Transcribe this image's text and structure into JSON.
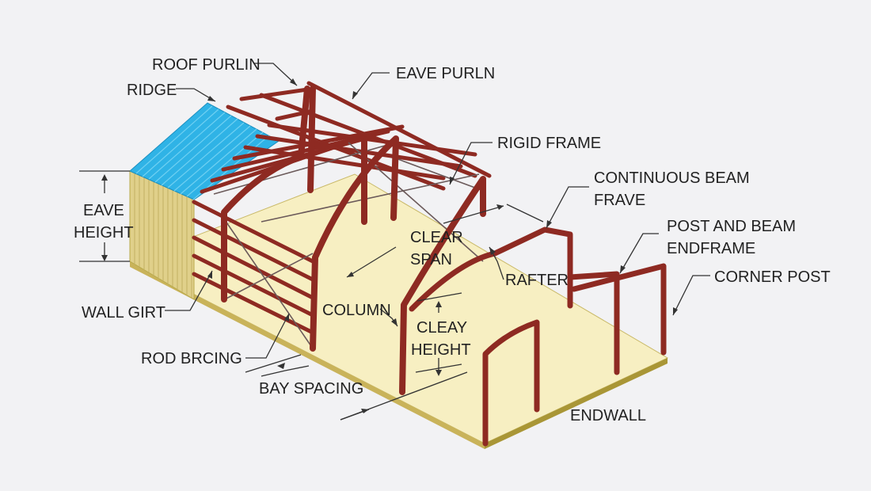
{
  "labels": {
    "roof_purlin": "ROOF PURLIN",
    "eave_purlin": "EAVE PURLN",
    "ridge": "RIDGE",
    "rigid_frame": "RIGID FRAME",
    "continuous_beam_1": "CONTINUOUS BEAM",
    "continuous_beam_2": "FRAVE",
    "eave_height_1": "EAVE",
    "eave_height_2": "HEIGHT",
    "clear_span_1": "CLEAR",
    "clear_span_2": "SPAN",
    "post_beam_1": "POST AND BEAM",
    "post_beam_2": "ENDFRAME",
    "corner_post": "CORNER POST",
    "rafter": "RAFTER",
    "wall_girt": "WALL GIRT",
    "column": "COLUMN",
    "clear_height_1": "CLEAY",
    "clear_height_2": "HEIGHT",
    "rod_bracing": "ROD BRCING",
    "bay_spacing": "BAY SPACING",
    "endwall": "ENDWALL"
  },
  "colors": {
    "background": "#f2f2f4",
    "floor": "#f7efc2",
    "floor_edge": "#b8a94a",
    "steel": "#8e2a22",
    "steel_dark": "#6e1d17",
    "roof_panel": "#2fb3e6",
    "wall_panel": "#e0d08a",
    "leader": "#333333"
  }
}
